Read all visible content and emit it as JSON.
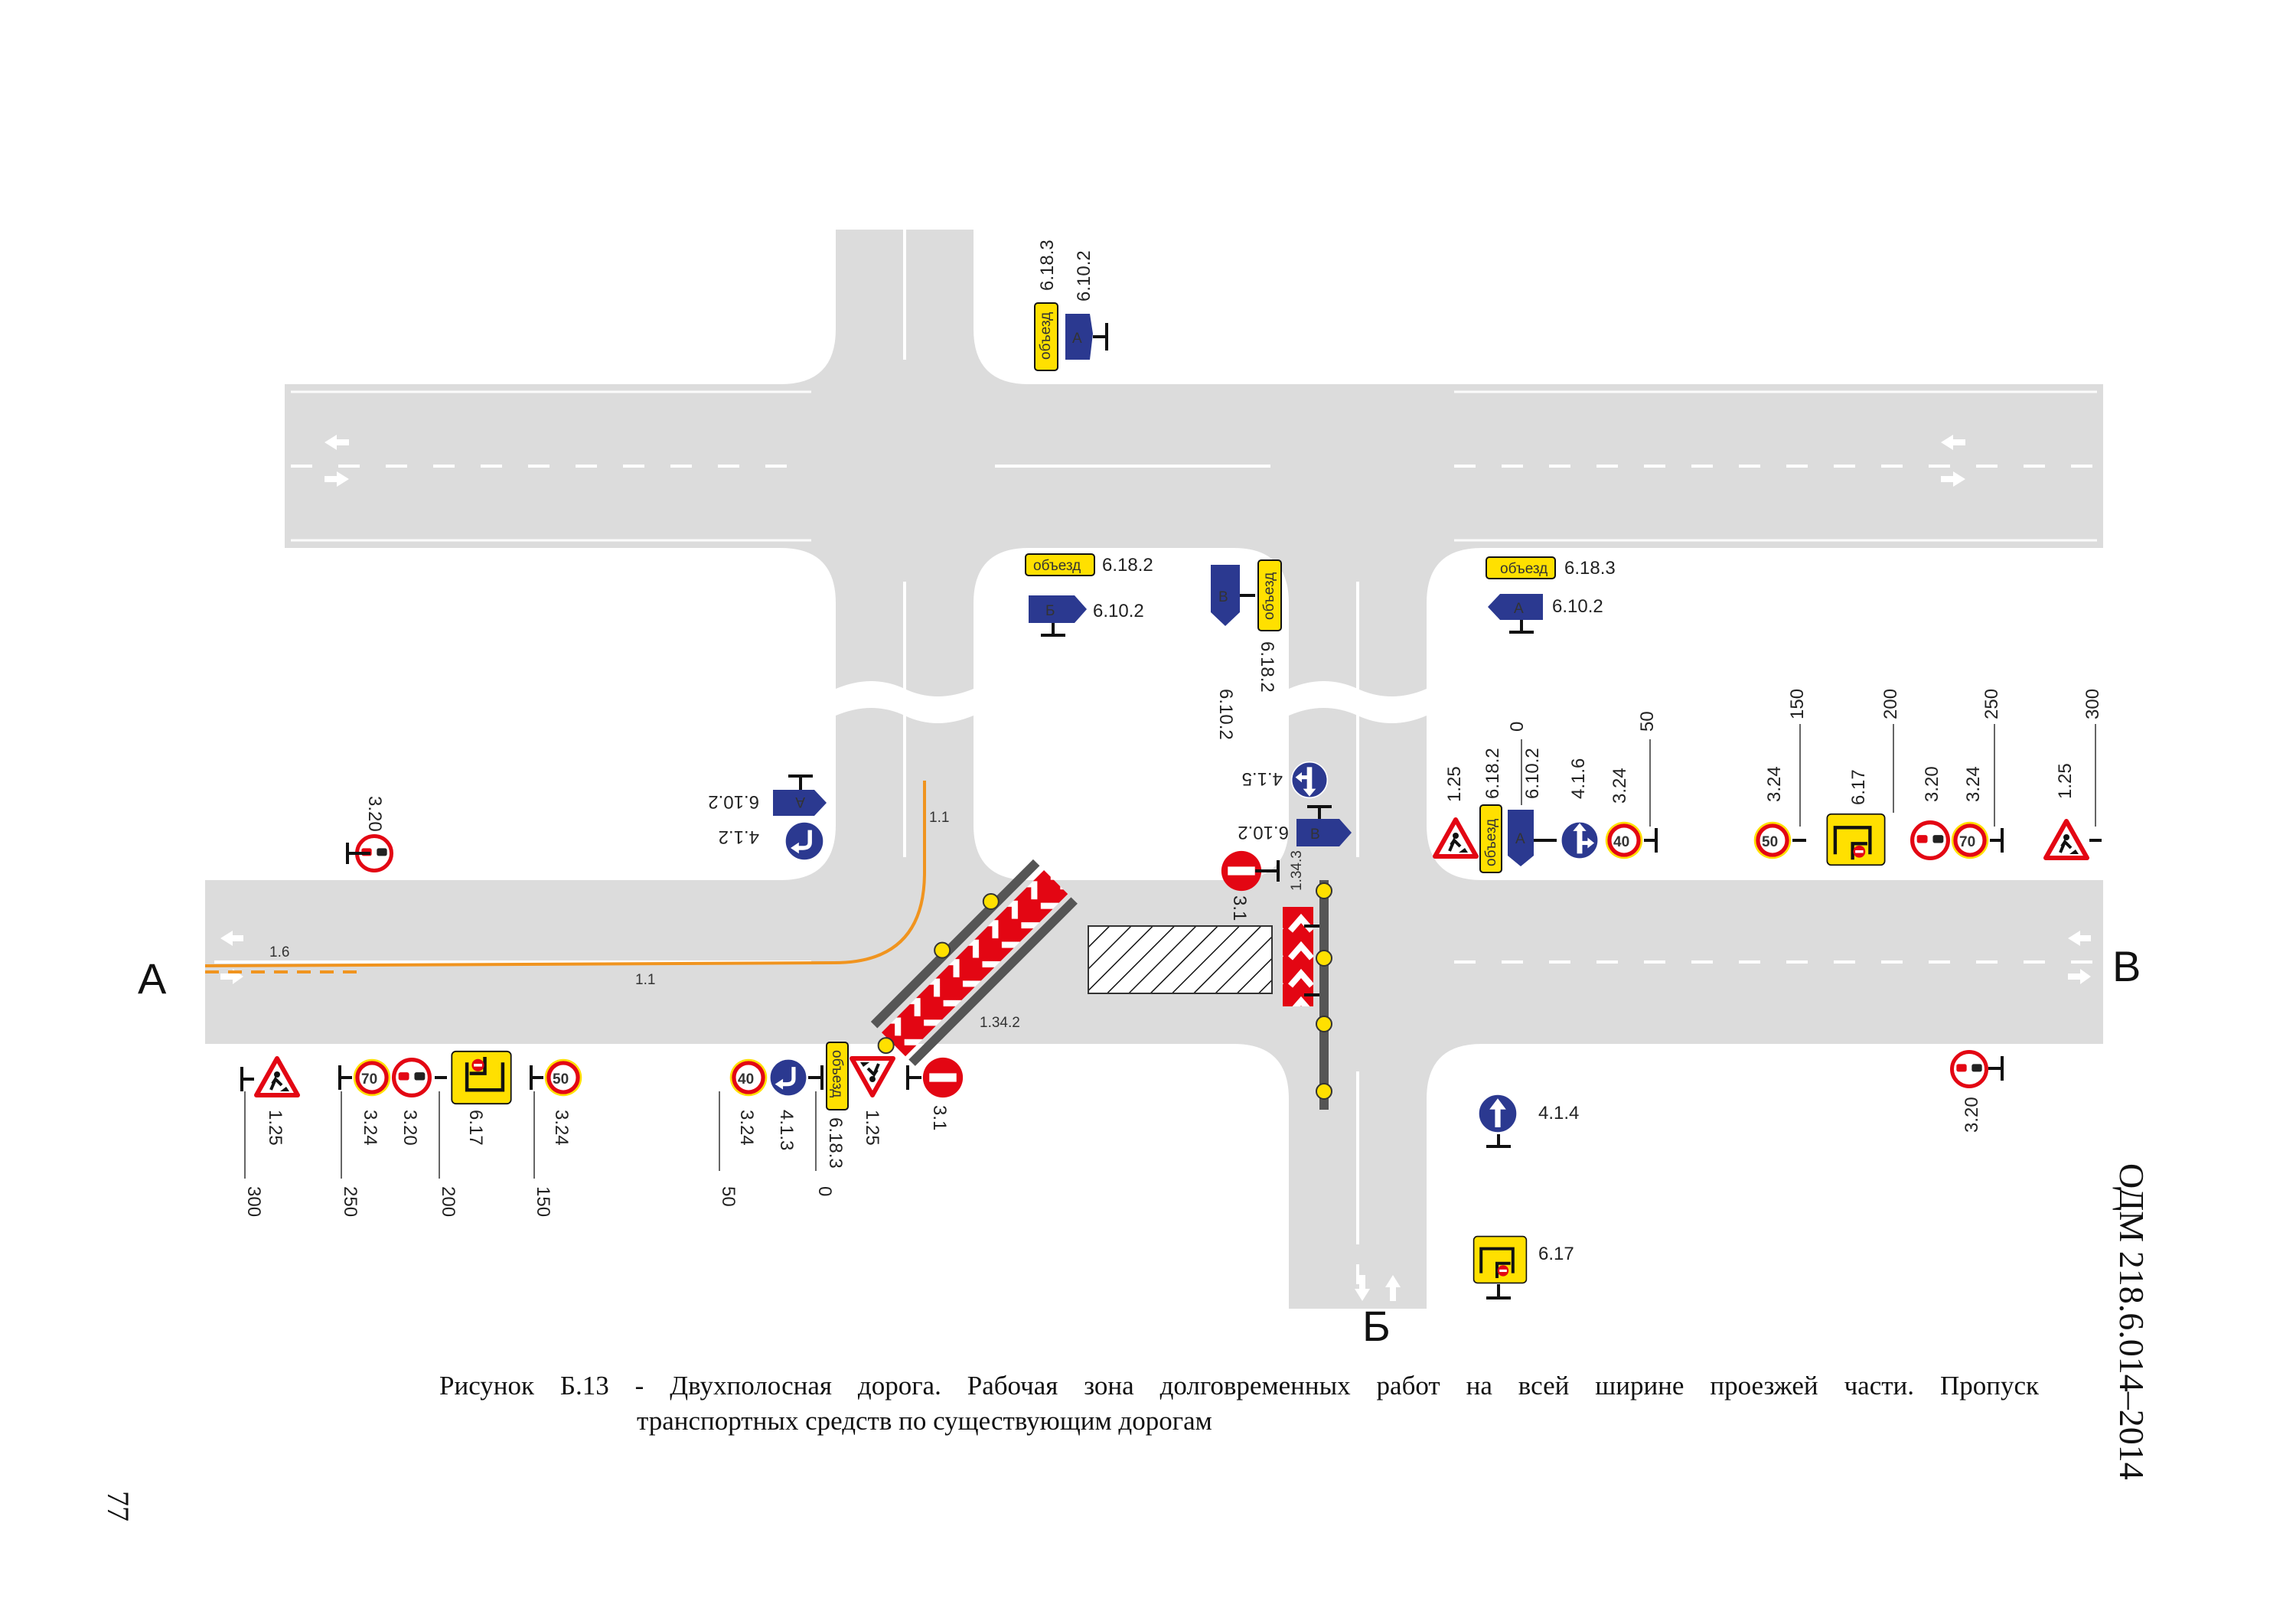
{
  "figure": {
    "caption_line1": "Рисунок Б.13 - Двухполосная дорога. Рабочая зона долговременных работ на всей ширине проезжей части. Пропуск",
    "caption_line2": "транспортных средств по существующим дорогам"
  },
  "document": {
    "id": "ОДМ 218.6.014–2014",
    "page_number": "77"
  },
  "directions": {
    "west": "А",
    "east": "В",
    "south": "Б"
  },
  "markings": {
    "m_1_1": "1.1",
    "m_1_6": "1.6",
    "m_1_34_2": "1.34.2",
    "m_1_34_3": "1.34.3"
  },
  "sign_plates": {
    "detour": "объезд",
    "letter_a": "А",
    "letter_b": "Б",
    "letter_v": "В",
    "speed_70": "70",
    "speed_50": "50",
    "speed_40": "40"
  },
  "signs": {
    "top_6_18_3": "6.18.3",
    "top_6_10_2": "6.10.2",
    "island_6_18_2": "6.18.2",
    "island_6_10_2": "6.10.2",
    "mid_6_10_2": "6.10.2",
    "mid_6_18_2": "6.18.2",
    "ne_6_18_3": "6.18.3",
    "ne_6_10_2": "6.10.2",
    "w_4_1_2": "4.1.2",
    "w_6_10_2": "6.10.2",
    "w_3_20": "3.20",
    "c_4_1_5": "4.1.5",
    "c_6_10_2": "6.10.2",
    "c_3_1": "3.1",
    "e_1_25a": "1.25",
    "e_6_18_2": "6.18.2",
    "e_6_10_2": "6.10.2",
    "e_4_1_6": "4.1.6",
    "e_3_24a": "3.24",
    "e_3_24b": "3.24",
    "e_6_17": "6.17",
    "e_3_20": "3.20",
    "e_3_24c": "3.24",
    "e_1_25b": "1.25",
    "s_3_1": "3.1",
    "s_1_25a": "1.25",
    "s_6_18_3": "6.18.3",
    "s_4_1_3": "4.1.3",
    "s_3_24a": "3.24",
    "s_3_24b": "3.24",
    "s_6_17": "6.17",
    "s_3_20": "3.20",
    "s_3_24c": "3.24",
    "s_1_25b": "1.25",
    "se_3_20": "3.20",
    "se_4_1_4": "4.1.4",
    "se_6_17": "6.17"
  },
  "distances": {
    "e_0": "0",
    "e_50": "50",
    "e_150": "150",
    "e_200": "200",
    "e_250": "250",
    "e_300": "300",
    "w_0": "0",
    "w_50": "50",
    "w_150": "150",
    "w_200": "200",
    "w_250": "250",
    "w_300": "300"
  },
  "colors": {
    "road": "#dcdcdc",
    "sign_red": "#e30613",
    "sign_yellow": "#ffe000",
    "sign_blue": "#2b3990",
    "detour_orange": "#f0941f"
  }
}
